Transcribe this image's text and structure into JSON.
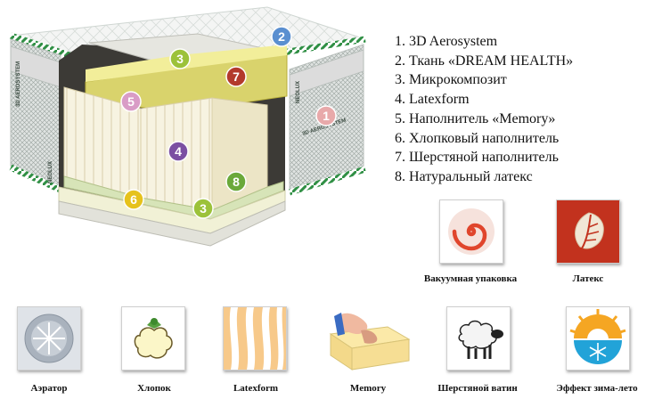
{
  "layers": [
    "1. 3D Aerosystem",
    "2. Ткань «DREAM HEALTH»",
    "3. Микрокомпозит",
    "4. Latexform",
    "5. Наполнитель «Memory»",
    "6. Хлопковый наполнитель",
    "7. Шерстяной наполнитель",
    "8. Натуральный латекс"
  ],
  "mattress": {
    "side_text": [
      "3D AEROSYSTEM",
      "NEOLUX"
    ],
    "markers": [
      {
        "n": "1",
        "color": "#e8a9aa"
      },
      {
        "n": "2",
        "color": "#5a8fd0"
      },
      {
        "n": "3",
        "color": "#9cc23a"
      },
      {
        "n": "4",
        "color": "#7b4fa2"
      },
      {
        "n": "5",
        "color": "#d99cc6"
      },
      {
        "n": "6",
        "color": "#e6c21c"
      },
      {
        "n": "7",
        "color": "#b33a2c"
      },
      {
        "n": "8",
        "color": "#6aa93a"
      },
      {
        "n": "3",
        "color": "#9cc23a"
      }
    ]
  },
  "features_top": [
    {
      "label": "Вакуумная упаковка",
      "icon": "vacuum-spiral-icon"
    },
    {
      "label": "Латекс",
      "icon": "latex-leaf-icon"
    }
  ],
  "features_bottom": [
    {
      "label": "Аэратор",
      "icon": "aerator-icon"
    },
    {
      "label": "Хлопок",
      "icon": "cotton-icon"
    },
    {
      "label": "Latexform",
      "icon": "latexform-icon"
    },
    {
      "label": "Memory",
      "icon": "memory-hand-icon"
    },
    {
      "label": "Шерстяной ватин",
      "icon": "sheep-icon"
    },
    {
      "label": "Эффект зима-лето",
      "icon": "winter-summer-icon"
    }
  ]
}
